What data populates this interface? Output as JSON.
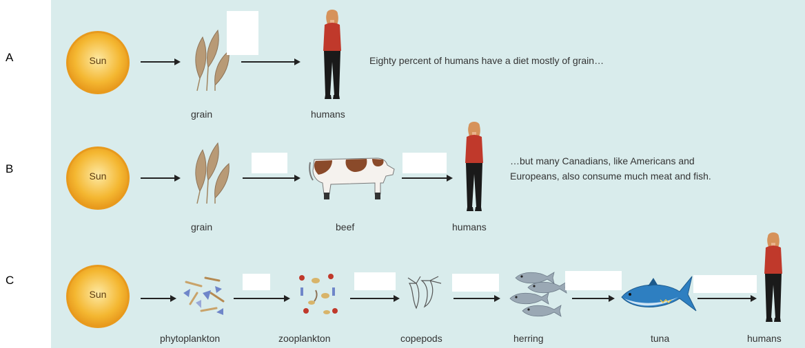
{
  "rows": {
    "a": {
      "letter": "A",
      "sun": "Sun",
      "grain": "grain",
      "humans": "humans",
      "caption": "Eighty percent of humans have a diet mostly of grain…"
    },
    "b": {
      "letter": "B",
      "sun": "Sun",
      "grain": "grain",
      "beef": "beef",
      "humans": "humans",
      "caption_line1": "…but many Canadians, like Americans and",
      "caption_line2": "Europeans, also consume much meat and fish."
    },
    "c": {
      "letter": "C",
      "sun": "Sun",
      "phytoplankton": "phytoplankton",
      "zooplankton": "zooplankton",
      "copepods": "copepods",
      "herring": "herring",
      "tuna": "tuna",
      "humans": "humans"
    }
  },
  "colors": {
    "panel": "#d9ecec",
    "sun": "#f4b731",
    "grain": "#b89a76",
    "shirt": "#c0392b",
    "pants": "#1a1a1a",
    "cow_patch": "#8a4a2a",
    "fish": "#9aa8b4",
    "tuna": "#2e7fc1",
    "arrow": "#222222"
  },
  "icons": [
    "sun-icon",
    "grain-icon",
    "human-icon",
    "cow-icon",
    "phytoplankton-icon",
    "zooplankton-icon",
    "copepod-icon",
    "herring-icon",
    "tuna-icon",
    "arrow-icon"
  ]
}
